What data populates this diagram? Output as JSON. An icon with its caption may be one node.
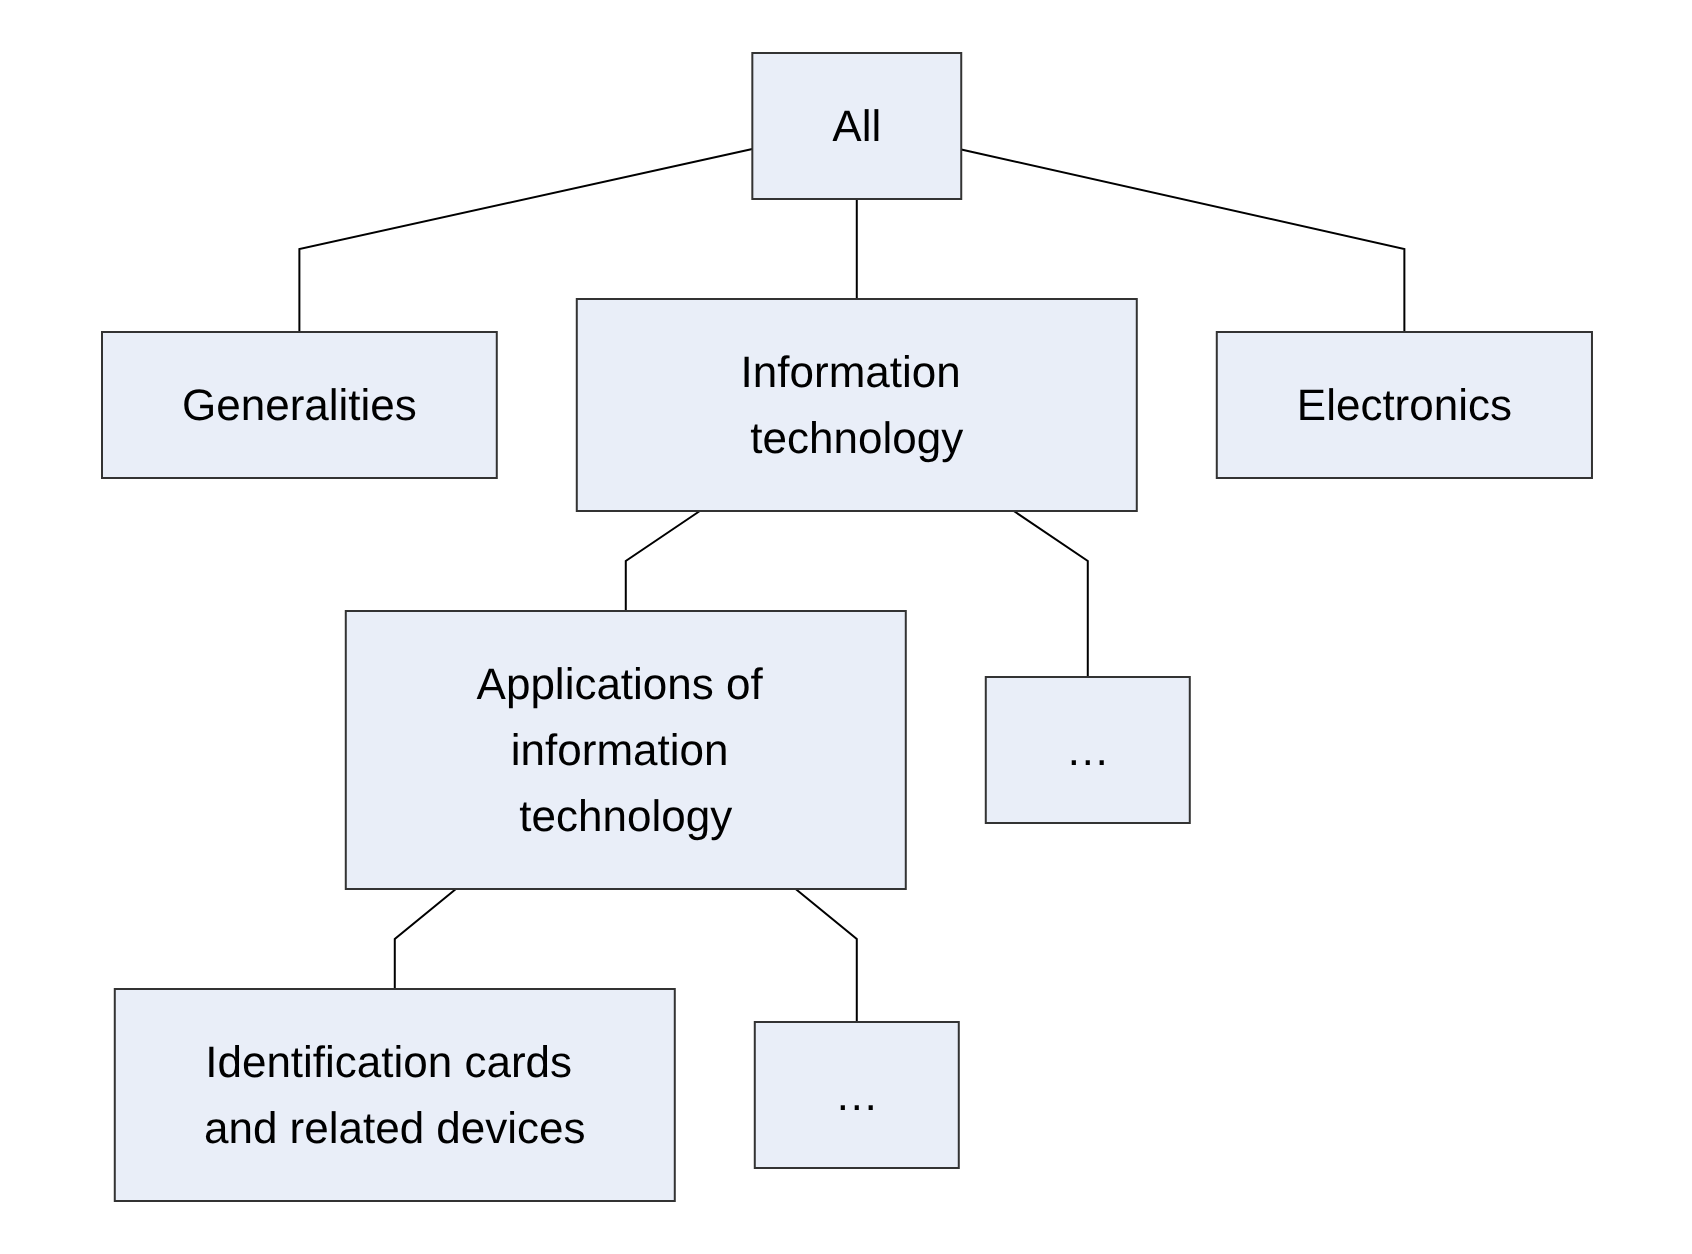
{
  "diagram": {
    "nodes": [
      {
        "text": [
          "All"
        ]
      },
      {
        "text": [
          "Generalities"
        ]
      },
      {
        "text": [
          "Information technology"
        ]
      },
      {
        "text": [
          "Electronics"
        ]
      },
      {
        "text": [
          "Applications of information technology"
        ]
      },
      {
        "text": [
          "…"
        ]
      },
      {
        "text": [
          "Identification cards and related devices"
        ]
      },
      {
        "text": [
          "…"
        ]
      }
    ],
    "edges": [
      {
        "from": 0,
        "to": 1,
        "arrow": "none"
      },
      {
        "from": 0,
        "to": 2,
        "arrow": "none"
      },
      {
        "from": 0,
        "to": 3,
        "arrow": "none"
      },
      {
        "from": 2,
        "to": 4,
        "arrow": "none"
      },
      {
        "from": 2,
        "to": 5,
        "arrow": "none"
      },
      {
        "from": 4,
        "to": 6,
        "arrow": "none"
      },
      {
        "from": 4,
        "to": 7,
        "arrow": "none"
      }
    ]
  }
}
